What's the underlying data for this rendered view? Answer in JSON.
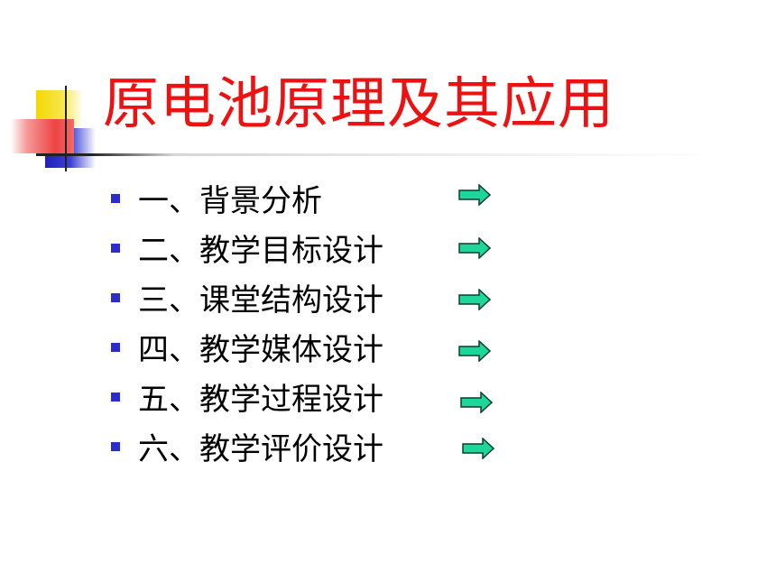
{
  "title": "原电池原理及其应用",
  "colors": {
    "title": "#ee1111",
    "bullet": "#2a2ccf",
    "arrow_fill": "#1fd69a",
    "arrow_stroke": "#0b3d2b"
  },
  "items": [
    {
      "label": "一、背景分析",
      "icon": "right-arrow-icon"
    },
    {
      "label": "二、教学目标设计",
      "icon": "right-arrow-icon"
    },
    {
      "label": "三、课堂结构设计",
      "icon": "right-arrow-icon"
    },
    {
      "label": "四、教学媒体设计",
      "icon": "right-arrow-icon"
    },
    {
      "label": "五、教学过程设计",
      "icon": "right-arrow-icon"
    },
    {
      "label": "六、教学评价设计",
      "icon": "right-arrow-icon"
    }
  ]
}
